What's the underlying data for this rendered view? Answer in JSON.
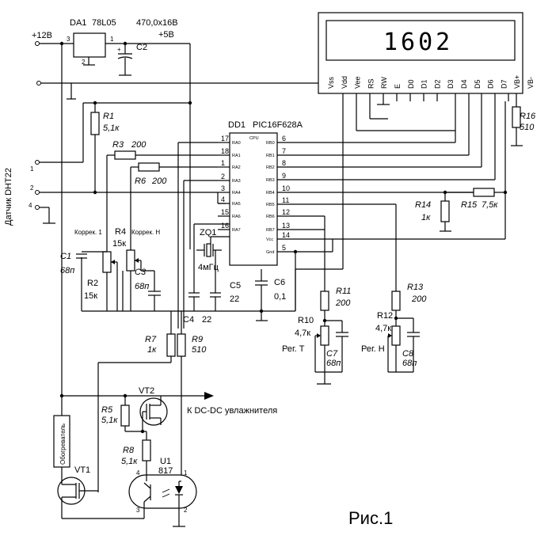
{
  "labels": {
    "v12": "+12В",
    "v5": "+5В",
    "regulator": "DA1",
    "regulator_part": "78L05",
    "c2_value": "470,0x16В",
    "c2": "C2",
    "reg_pin1": "1",
    "reg_pin2": "2",
    "reg_pin3": "3",
    "mcu": "DD1",
    "mcu_part": "PIC16F628A",
    "r1": "R1",
    "r1_value": "5,1к",
    "r3": "R3",
    "r3_value": "200",
    "r6": "R6",
    "r6_value": "200",
    "r4": "R4",
    "r4_value": "15к",
    "r2": "R2",
    "r2_value": "15к",
    "corr1": "Коррек. 1",
    "corrh": "Коррек. Н",
    "c1": "C1",
    "c1_value": "68п",
    "c3": "C3",
    "c3_value": "68п",
    "zq1": "ZQ1",
    "zq1_value": "4мГц",
    "c5": "C5",
    "c5_value": "22",
    "c4": "C4",
    "c4_value": "22",
    "c6": "C6",
    "c6_value": "0,1",
    "sensor": "Датчик DHT22",
    "sensor_pin1": "1",
    "sensor_pin2": "2",
    "sensor_pin4": "4",
    "lcd_display": "1602",
    "r16": "R16",
    "r16_value": "510",
    "r14": "R14",
    "r14_value": "1к",
    "r15": "R15",
    "r15_value": "7,5к",
    "r11": "R11",
    "r11_value": "200",
    "r13": "R13",
    "r13_value": "200",
    "r10": "R10",
    "r10_value": "4,7к",
    "r12": "R12",
    "r12_value": "4,7к",
    "c7": "C7",
    "c7_value": "68п",
    "c8": "C8",
    "c8_value": "68п",
    "reg_t": "Рег. Т",
    "reg_h": "Рег. Н",
    "r7": "R7",
    "r7_value": "1к",
    "r9": "R9",
    "r9_value": "510",
    "vt2": "VT2",
    "output": "К DC-DC увлажнителя",
    "r5": "R5",
    "r5_value": "5,1к",
    "r8": "R8",
    "r8_value": "5,1к",
    "u1": "U1",
    "u1_part": "817",
    "u1_pin4": "4",
    "u1_pin1": "1",
    "u1_pin3": "3",
    "u1_pin2": "2",
    "heater": "Обогреватель",
    "vt1": "VT1",
    "figure": "Рис.1"
  },
  "lcd_pins": [
    "Vss",
    "Vdd",
    "Vee",
    "RS",
    "RW",
    "E",
    "D0",
    "D1",
    "D2",
    "D3",
    "D4",
    "D5",
    "D6",
    "D7",
    "VB+",
    "VB-"
  ],
  "mcu_left_pins": [
    {
      "num": "17",
      "name": "RA0"
    },
    {
      "num": "18",
      "name": "RA1"
    },
    {
      "num": "1",
      "name": "RA2"
    },
    {
      "num": "2",
      "name": "RA3"
    },
    {
      "num": "3",
      "name": "RA4"
    },
    {
      "num": "4",
      "name": "RA5"
    },
    {
      "num": "15",
      "name": "RA6"
    },
    {
      "num": "16",
      "name": "RA7"
    }
  ],
  "mcu_right_pins": [
    {
      "num": "6",
      "name": "RB0"
    },
    {
      "num": "7",
      "name": "RB1"
    },
    {
      "num": "8",
      "name": "RB2"
    },
    {
      "num": "9",
      "name": "RB3"
    },
    {
      "num": "10",
      "name": "RB4"
    },
    {
      "num": "11",
      "name": "RB5"
    },
    {
      "num": "12",
      "name": "RB6"
    },
    {
      "num": "13",
      "name": "RB7"
    },
    {
      "num": "14",
      "name": "Vcc"
    },
    {
      "num": "5",
      "name": "Gnd"
    }
  ],
  "mcu_cpu_label": "CPU"
}
